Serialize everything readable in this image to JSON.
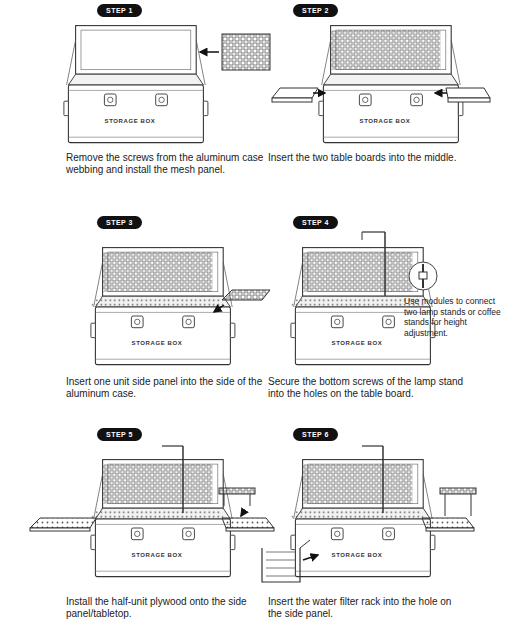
{
  "diagram": {
    "nodes": [
      {
        "text": [
          "STEP 1"
        ]
      },
      {
        "text": [
          "STEP 2"
        ]
      },
      {
        "text": [
          "STEP 3"
        ]
      },
      {
        "text": [
          "STEP 4"
        ]
      },
      {
        "text": [
          "STEP 5"
        ]
      },
      {
        "text": [
          "STEP 6"
        ]
      }
    ],
    "labels": [
      "Remove the screws from the aluminum case webbing and install the mesh panel.",
      "Insert the two table boards into the middle.",
      "Insert one unit side panel into the side of the aluminum case.",
      "Use modules to connect two lamp stands or coffee stands for height adjustment.",
      "Secure the bottom screws of the lamp stand into the holes on the table board.",
      "Install the half-unit plywood onto the side panel/tabletop.",
      "Insert the water filter rack into the hole on the side panel.",
      "STORAGE BOX",
      "STORAGE BOX",
      "STORAGE BOX",
      "STORAGE BOX",
      "STORAGE BOX",
      "STORAGE BOX"
    ]
  }
}
